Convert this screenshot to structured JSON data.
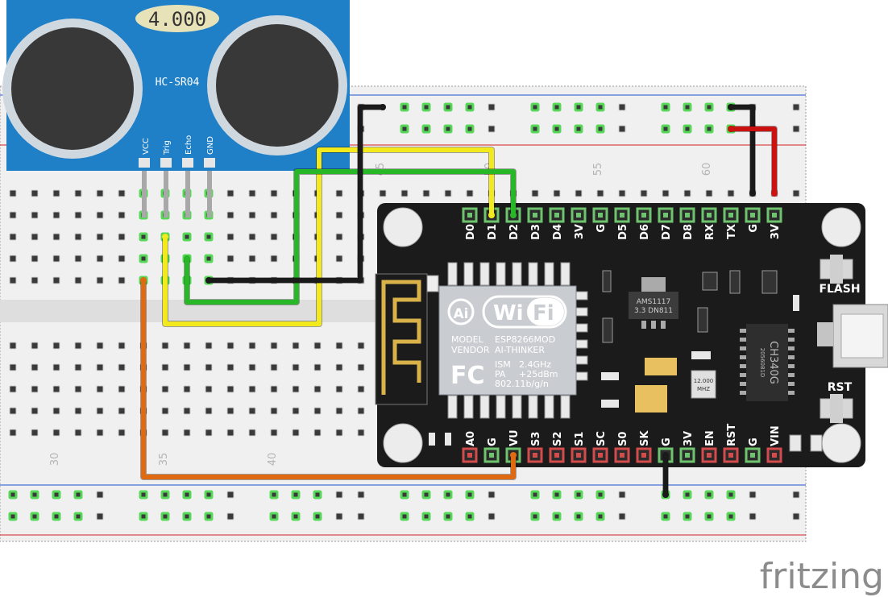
{
  "sensor": {
    "display": "4.000",
    "model": "HC-SR04",
    "pins": [
      "VCC",
      "Trig",
      "Echo",
      "GND"
    ],
    "color": "#1f7fc7"
  },
  "breadboard": {
    "column_numbers": [
      "30",
      "35",
      "40",
      "45",
      "50",
      "55",
      "60"
    ],
    "rail_plus": "#d62020",
    "rail_minus": "#2050d0"
  },
  "board": {
    "top_pins": [
      "D0",
      "D1",
      "D2",
      "D3",
      "D4",
      "3V",
      "G",
      "D5",
      "D6",
      "D7",
      "D8",
      "RX",
      "TX",
      "G",
      "3V"
    ],
    "bottom_pins": [
      "A0",
      "G",
      "VU",
      "S3",
      "S2",
      "S1",
      "SC",
      "S0",
      "SK",
      "G",
      "3V",
      "EN",
      "RST",
      "G",
      "VIN"
    ],
    "flash_label": "FLASH",
    "rst_label": "RST",
    "regulator": [
      "AMS1117",
      "3.3 DN811"
    ],
    "usb_chip": "CH340G",
    "usb_chip_code": "2056081D",
    "crystal": [
      "12.000",
      "MHZ"
    ],
    "module": {
      "logo_ai": "Ai",
      "wifi_word": "Wi",
      "wifi_fi": "Fi",
      "model_line": [
        "MODEL",
        "ESP8266MOD"
      ],
      "vendor_line": [
        "VENDOR",
        "AI-THINKER"
      ],
      "fcc": "FC",
      "ism": [
        "ISM",
        "2.4GHz"
      ],
      "pa": [
        "PA",
        "+25dBm"
      ],
      "std": "802.11b/g/n"
    }
  },
  "wires": {
    "yellow": "#f3ea1d",
    "green": "#27b727",
    "black": "#1a1a1a",
    "red": "#cc1111",
    "orange": "#e06a12"
  },
  "watermark": "fritzing"
}
